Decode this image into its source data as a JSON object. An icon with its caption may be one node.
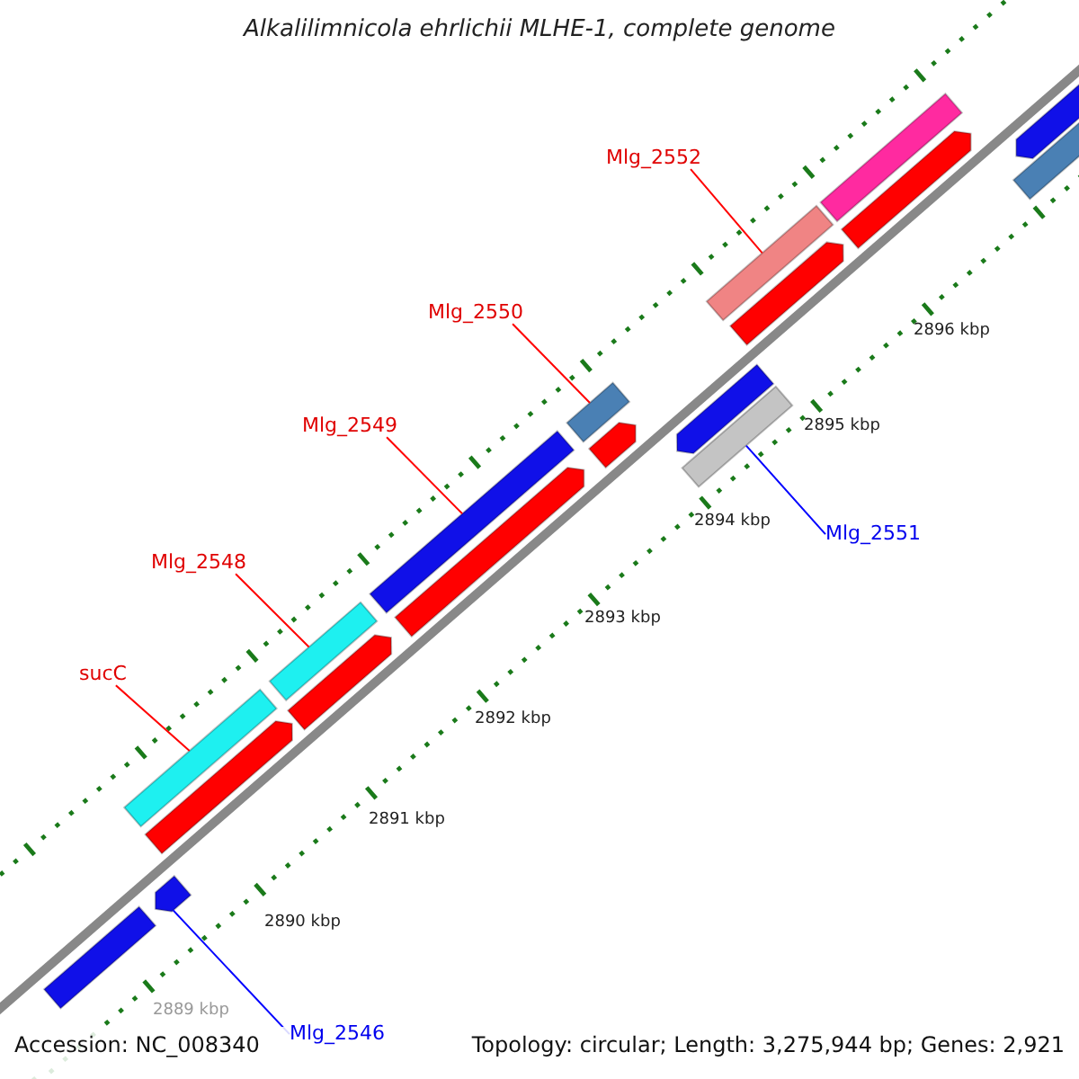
{
  "diagram": {
    "title": "Alkalilimnicola ehrlichii MLHE-1, complete genome",
    "nodes": [
      {
        "text": [
          "Mlg_2552"
        ]
      },
      {
        "text": [],
        "shape": "bar"
      },
      {
        "text": [
          "Mlg_2550"
        ]
      },
      {
        "text": [],
        "shape": "bar"
      },
      {
        "text": [
          "Mlg_2549"
        ]
      },
      {
        "text": [],
        "shape": "bar"
      },
      {
        "text": [
          "Mlg_2551"
        ]
      },
      {
        "text": [],
        "shape": "bar"
      },
      {
        "text": [
          "Mlg_2548"
        ]
      },
      {
        "text": [],
        "shape": "bar"
      },
      {
        "text": [
          "sucC"
        ]
      },
      {
        "text": [],
        "shape": "bar"
      },
      {
        "text": [
          "Mlg_2546"
        ]
      },
      {
        "text": [],
        "shape": "bar"
      },
      {
        "text": [],
        "shape": "bar"
      },
      {
        "text": [],
        "shape": "bar"
      },
      {
        "text": [],
        "shape": "bar"
      },
      {
        "text": [],
        "shape": "bar"
      },
      {
        "text": [],
        "shape": "bar"
      },
      {
        "text": [],
        "shape": "bar"
      },
      {
        "text": [],
        "shape": "bar"
      },
      {
        "text": [],
        "shape": "bar"
      },
      {
        "text": [],
        "shape": "bar"
      },
      {
        "text": [],
        "shape": "bar"
      },
      {
        "text": [],
        "shape": "bar"
      }
    ],
    "edges": [
      {
        "from": 0,
        "to": 1,
        "arrow": "none"
      },
      {
        "from": 2,
        "to": 3,
        "arrow": "none"
      },
      {
        "from": 4,
        "to": 5,
        "arrow": "none"
      },
      {
        "from": 6,
        "to": 7,
        "arrow": "none",
        "color": "#0000ff"
      },
      {
        "from": 8,
        "to": 9,
        "arrow": "none"
      },
      {
        "from": 10,
        "to": 11,
        "arrow": "none"
      },
      {
        "from": 12,
        "to": 13,
        "arrow": "none",
        "color": "#0000ff"
      }
    ],
    "labels": [
      "2896 kbp",
      "2895 kbp",
      "2894 kbp",
      "2893 kbp",
      "2892 kbp",
      "2891 kbp",
      "2890 kbp",
      "2889 kbp",
      "Accession: NC_008340",
      "Topology: circular; Length: 3,275,944 bp; Genes: 2,921"
    ]
  }
}
